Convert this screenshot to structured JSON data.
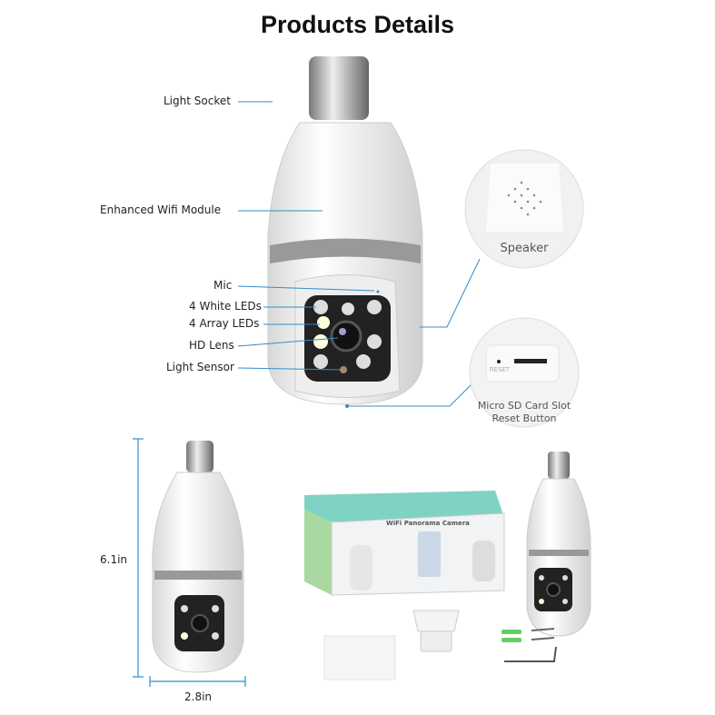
{
  "title": "Products Details",
  "callouts": {
    "light_socket": "Light Socket",
    "wifi_module": "Enhanced Wifi Module",
    "mic": "Mic",
    "white_leds": "4 White LEDs",
    "array_leds": "4 Array LEDs",
    "hd_lens": "HD Lens",
    "light_sensor": "Light Sensor"
  },
  "details": {
    "speaker": "Speaker",
    "reset": "RESET",
    "sd_line1": "Micro SD Card Slot",
    "sd_line2": "Reset Button"
  },
  "dimensions": {
    "height": "6.1in",
    "width": "2.8in"
  },
  "box": {
    "title": "WiFi Panorama Camera"
  },
  "colors": {
    "accent": "#2f8fc9",
    "box_teal": "#7fd3c4"
  }
}
